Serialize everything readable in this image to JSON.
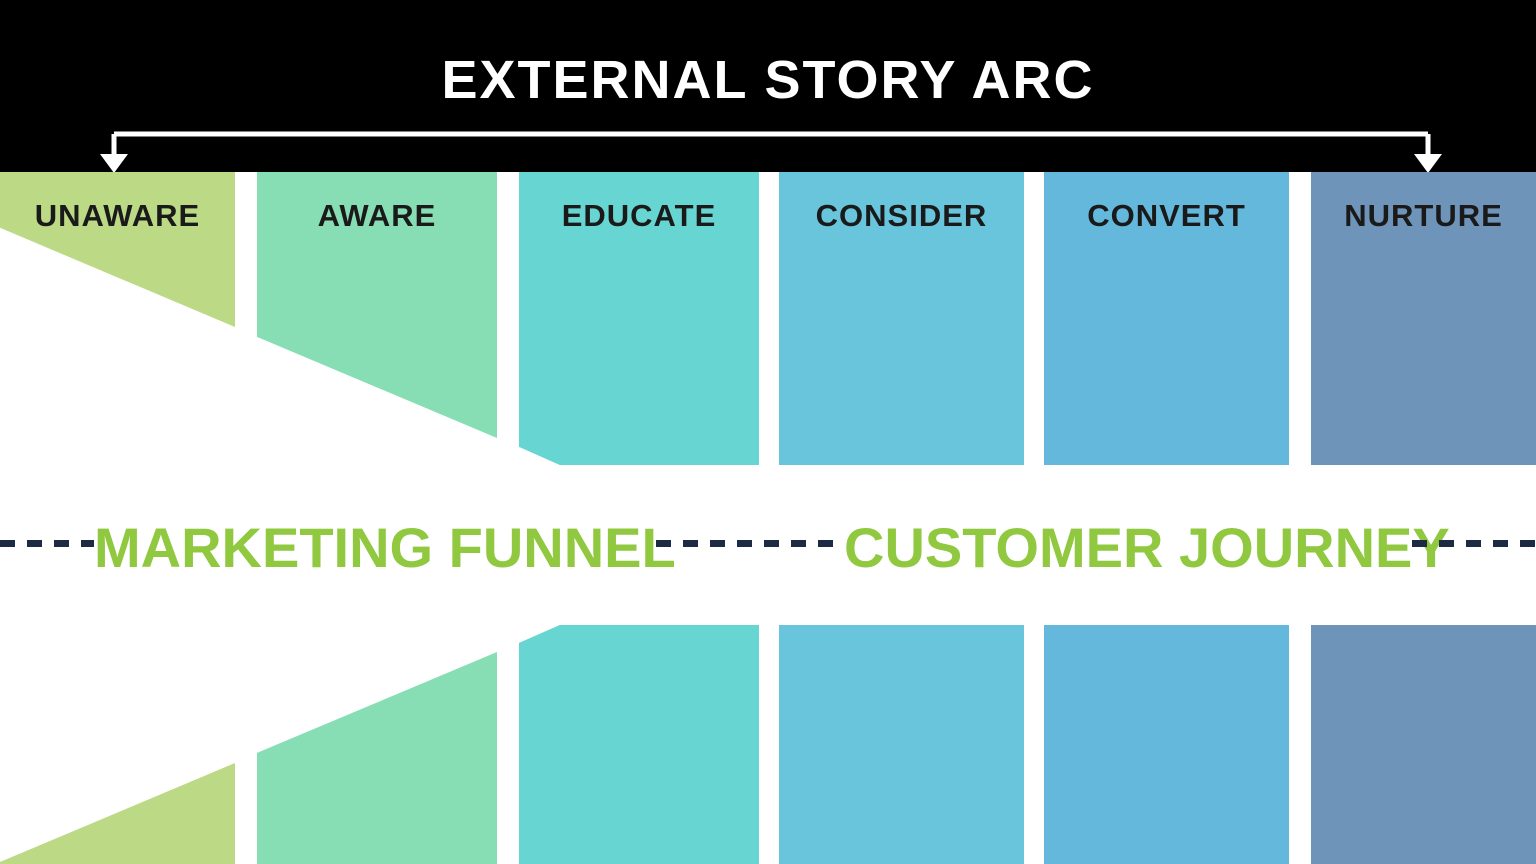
{
  "header": {
    "title": "EXTERNAL STORY ARC",
    "title_color": "#ffffff",
    "bar_color": "#000000",
    "bracket_color": "#ffffff"
  },
  "stages": [
    {
      "label": "UNAWARE",
      "color": "#bcd985"
    },
    {
      "label": "AWARE",
      "color": "#88deb4"
    },
    {
      "label": "EDUCATE",
      "color": "#67d5d1"
    },
    {
      "label": "CONSIDER",
      "color": "#68c5dc"
    },
    {
      "label": "CONVERT",
      "color": "#63b8dc"
    },
    {
      "label": "NURTURE",
      "color": "#6e95b9"
    }
  ],
  "stage_label_color": "#1a1a1a",
  "divider": {
    "left_label": "MARKETING FUNNEL",
    "right_label": "CUSTOMER JOURNEY",
    "label_color": "#90c83f",
    "dash_color": "#1c2a44"
  }
}
